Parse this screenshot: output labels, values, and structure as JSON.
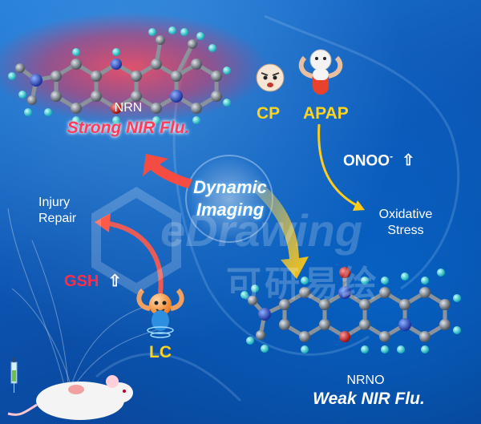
{
  "molecules": {
    "top": {
      "name": "NRN",
      "caption": "Strong NIR Flu."
    },
    "bottom": {
      "name": "NRNO",
      "caption": "Weak NIR Flu."
    }
  },
  "center": {
    "line1": "Dynamic",
    "line2": "Imaging"
  },
  "inducers": {
    "cp": "CP",
    "apap": "APAP"
  },
  "right_path": {
    "species": "ONOO",
    "charge": "-",
    "arrow": "⇧",
    "effect_line1": "Oxidative",
    "effect_line2": "Stress"
  },
  "left_path": {
    "thiol": "GSH",
    "arrow": "⇧",
    "effect_line1": "Injury",
    "effect_line2": "Repair"
  },
  "treatment": {
    "name": "LC"
  },
  "watermark": {
    "en": "eDrawing",
    "cn": "可研易绘"
  },
  "colors": {
    "pink": "#ff3b5c",
    "yellow": "#ffd21c",
    "red": "#ff2d4a",
    "carbon": "#6f7780",
    "hydrogen": "#3fe3e0",
    "nitrogen": "#2b55d6",
    "oxygen": "#e02020"
  }
}
